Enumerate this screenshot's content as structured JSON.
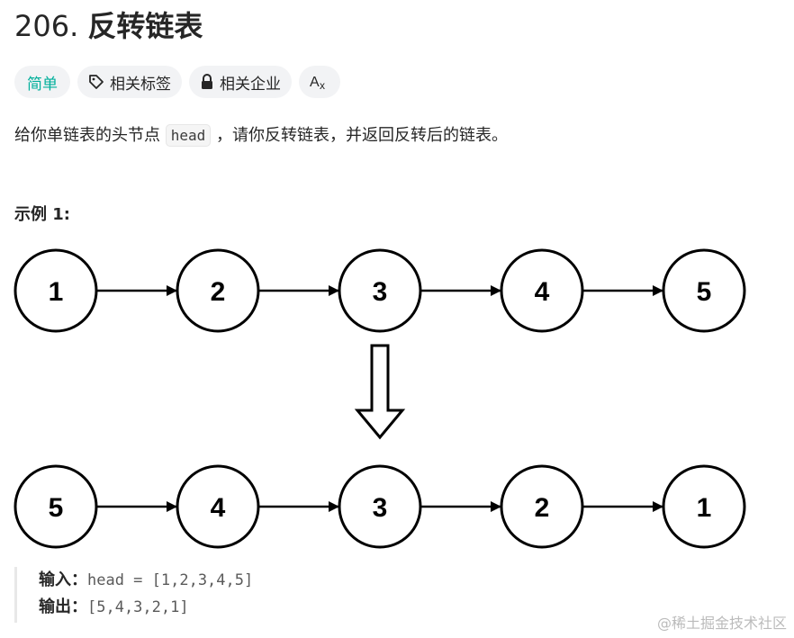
{
  "problem": {
    "number": "206.",
    "name": "反转链表"
  },
  "tags": {
    "difficulty": "简单",
    "related_tags": "相关标签",
    "related_companies": "相关企业"
  },
  "description": {
    "before": "给你单链表的头节点 ",
    "code": "head",
    "after": " ，请你反转链表，并返回反转后的链表。"
  },
  "example": {
    "title": "示例 1:",
    "top_row": [
      "1",
      "2",
      "3",
      "4",
      "5"
    ],
    "bottom_row": [
      "5",
      "4",
      "3",
      "2",
      "1"
    ],
    "input_label": "输入：",
    "input_value": "head = [1,2,3,4,5]",
    "output_label": "输出：",
    "output_value": "[5,4,3,2,1]"
  },
  "watermark": "@稀土掘金技术社区",
  "colors": {
    "easy": "#00af9b",
    "tag_bg": "#f2f3f5"
  },
  "icons": [
    "tag-icon",
    "lock-icon",
    "translate-icon"
  ]
}
